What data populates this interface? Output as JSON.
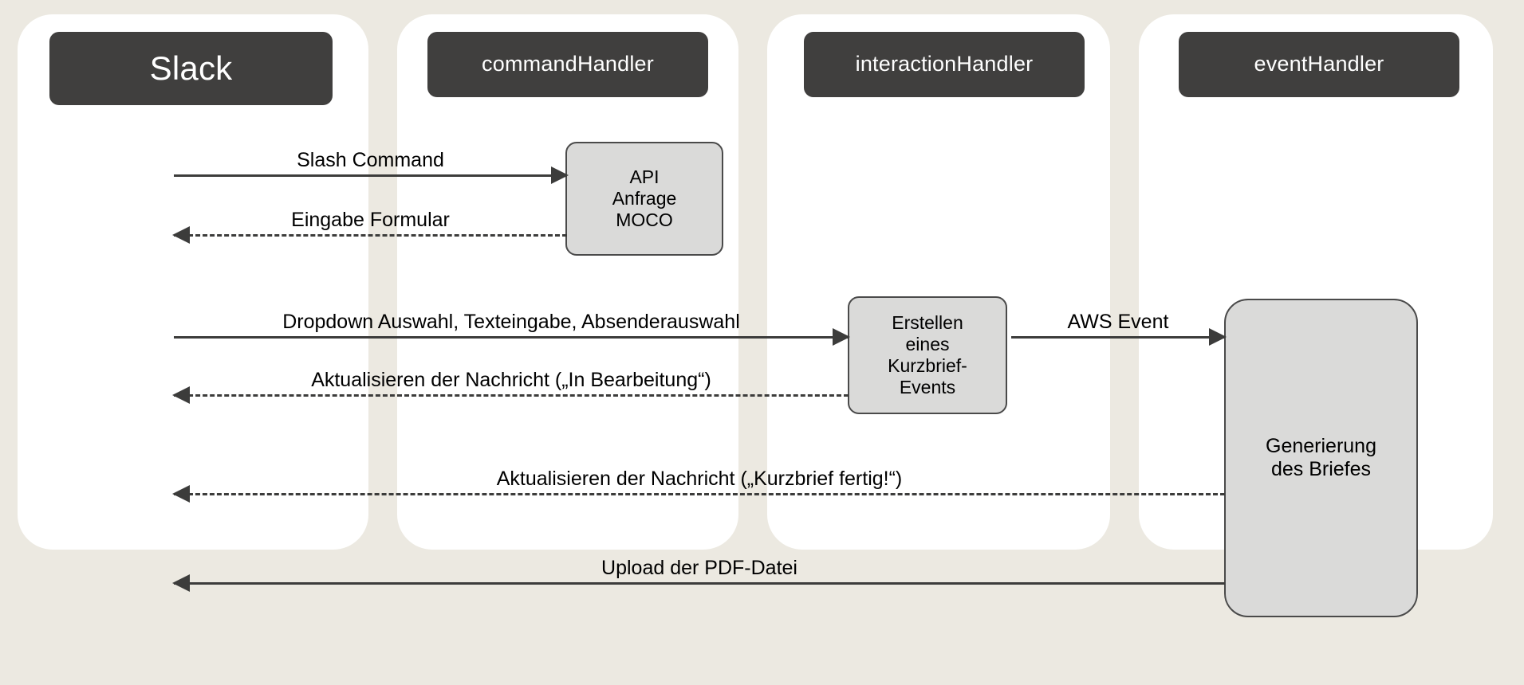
{
  "diagram": {
    "type": "sequence-diagram",
    "background_color": "#ECE9E1",
    "panel_color": "#FFFFFF",
    "actor_color": "#403F3E",
    "process_box_color": "#DADAD9",
    "line_color": "#3C3C3B"
  },
  "participants": [
    {
      "id": "slack",
      "label": "Slack"
    },
    {
      "id": "commandHandler",
      "label": "commandHandler"
    },
    {
      "id": "interactionHandler",
      "label": "interactionHandler"
    },
    {
      "id": "eventHandler",
      "label": "eventHandler"
    }
  ],
  "process_boxes": [
    {
      "id": "api-anfrage-moco",
      "lines": [
        "API",
        "Anfrage",
        "MOCO"
      ],
      "owner": "commandHandler"
    },
    {
      "id": "kurzbrief-event",
      "lines": [
        "Erstellen",
        "eines",
        "Kurzbrief-",
        "Events"
      ],
      "owner": "interactionHandler"
    },
    {
      "id": "generierung-briefes",
      "lines": [
        "Generierung",
        "des Briefes"
      ],
      "owner": "eventHandler"
    }
  ],
  "messages": [
    {
      "id": "slash-command",
      "label": "Slash Command",
      "from": "slack",
      "to": "commandHandler",
      "direction": "right",
      "style": "solid"
    },
    {
      "id": "eingabe-formular",
      "label": "Eingabe Formular",
      "from": "commandHandler",
      "to": "slack",
      "direction": "left",
      "style": "dashed"
    },
    {
      "id": "dropdown-auswahl",
      "label": "Dropdown Auswahl, Texteingabe, Absenderauswahl",
      "from": "slack",
      "to": "interactionHandler",
      "direction": "right",
      "style": "solid"
    },
    {
      "id": "aws-event",
      "label": "AWS Event",
      "from": "interactionHandler",
      "to": "eventHandler",
      "direction": "right",
      "style": "solid"
    },
    {
      "id": "in-bearbeitung",
      "label": "Aktualisieren der Nachricht („In Bearbeitung“)",
      "from": "interactionHandler",
      "to": "slack",
      "direction": "left",
      "style": "dashed"
    },
    {
      "id": "kurzbrief-fertig",
      "label": "Aktualisieren der Nachricht („Kurzbrief fertig!“)",
      "from": "eventHandler",
      "to": "slack",
      "direction": "left",
      "style": "dashed"
    },
    {
      "id": "upload-pdf",
      "label": "Upload der PDF-Datei",
      "from": "eventHandler",
      "to": "slack",
      "direction": "left",
      "style": "solid"
    }
  ]
}
